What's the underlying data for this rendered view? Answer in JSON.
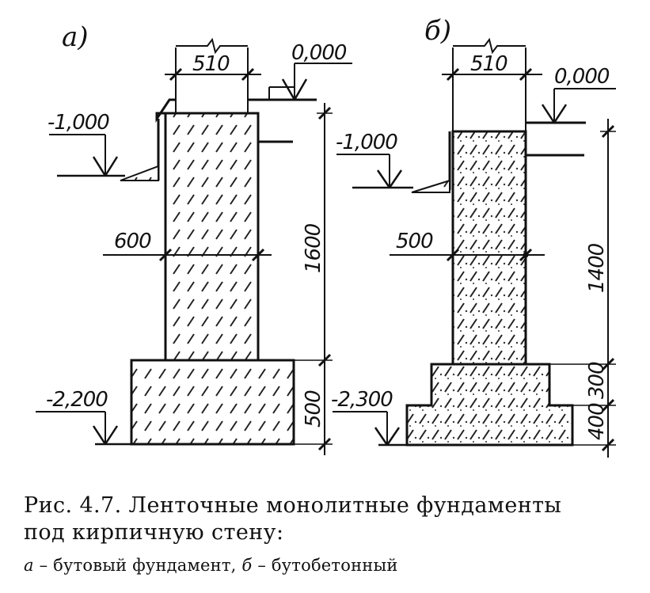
{
  "variant_a": {
    "label": "а)",
    "wall_width": "510",
    "level_top": "0,000",
    "level_ground": "-1,000",
    "wall_section_width": "600",
    "wall_height": "1600",
    "level_bottom": "-2,200",
    "footing_height": "500"
  },
  "variant_b": {
    "label": "б)",
    "wall_width": "510",
    "level_top": "0,000",
    "level_ground": "-1,000",
    "wall_section_width": "500",
    "wall_height": "1400",
    "level_bottom": "-2,300",
    "upper_step_height": "300",
    "lower_step_height": "400"
  },
  "caption": {
    "title_line1": "Рис. 4.7. Ленточные монолитные фундаменты",
    "title_line2": "под кирпичную стену:",
    "legend_a_key": "а",
    "legend_a_text": " – бутовый фундамент, ",
    "legend_b_key": "б",
    "legend_b_text": " – бутобетонный"
  },
  "colors": {
    "ink": "#111111",
    "paper": "#ffffff"
  }
}
